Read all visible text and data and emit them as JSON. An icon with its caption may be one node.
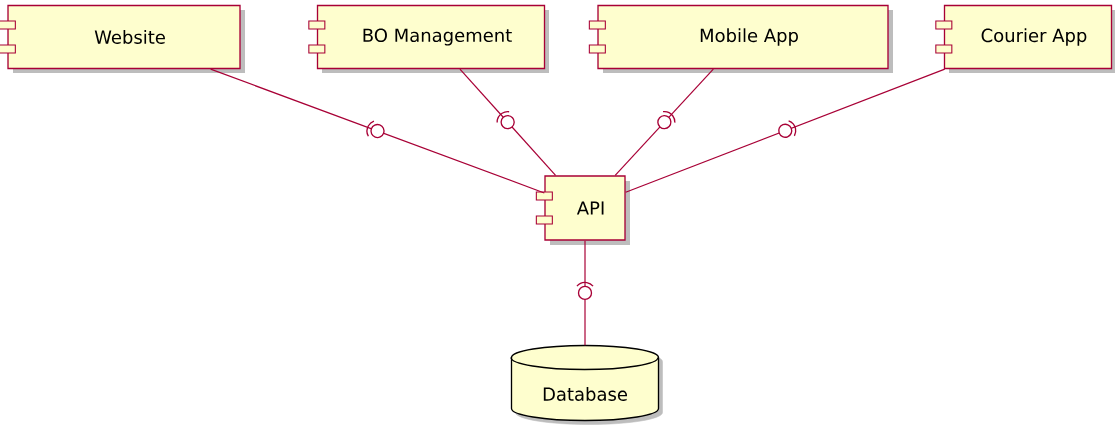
{
  "diagram": {
    "nodes": [
      {
        "text": [
          "Website"
        ]
      },
      {
        "text": [
          "BO Management"
        ]
      },
      {
        "text": [
          "Mobile App"
        ]
      },
      {
        "text": [
          "Courier App"
        ]
      },
      {
        "text": [
          "API"
        ]
      },
      {
        "text": [
          "Database"
        ]
      }
    ],
    "edges": [
      {
        "from": 0,
        "to": 4,
        "arrow": "none"
      },
      {
        "from": 1,
        "to": 4,
        "arrow": "none"
      },
      {
        "from": 2,
        "to": 4,
        "arrow": "none"
      },
      {
        "from": 3,
        "to": 4,
        "arrow": "none"
      },
      {
        "from": 4,
        "to": 5,
        "arrow": "none"
      }
    ]
  }
}
